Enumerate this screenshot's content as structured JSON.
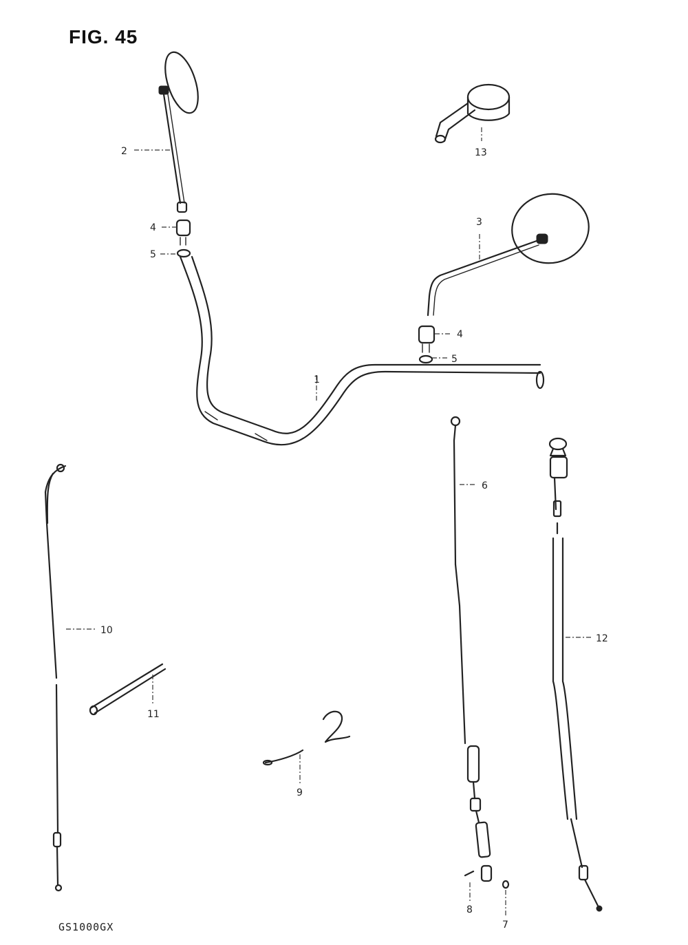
{
  "figure": {
    "title": "FIG. 45",
    "model": "GS1000GX"
  },
  "callouts": {
    "c1": "1",
    "c2": "2",
    "c3": "3",
    "c4a": "4",
    "c4b": "4",
    "c5a": "5",
    "c5b": "5",
    "c6": "6",
    "c7": "7",
    "c8": "8",
    "c9": "9",
    "c10": "10",
    "c11": "11",
    "c12": "12",
    "c13": "13"
  },
  "handwritten_mark": "2",
  "colors": {
    "ink": "#222222",
    "paper": "#ffffff"
  }
}
